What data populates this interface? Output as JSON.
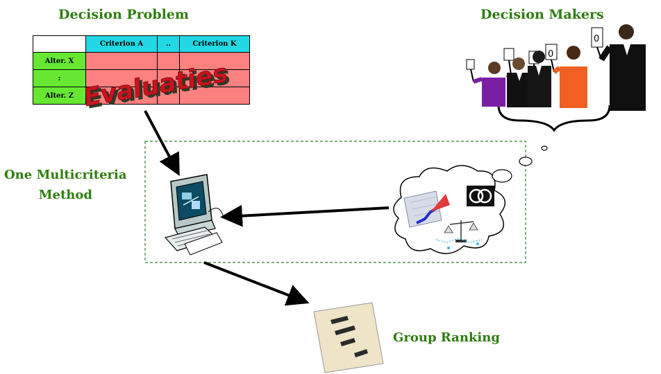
{
  "labels": {
    "decision_problem": "Decision Problem",
    "decision_makers": "Decision Makers",
    "method_line1": "One Multicriteria",
    "method_line2": "Method",
    "group_ranking": "Group Ranking"
  },
  "table": {
    "headers": [
      "",
      "Criterion A",
      "..",
      "Criterion K"
    ],
    "rows": [
      "Alter. X",
      ":",
      "Alter. Z"
    ]
  },
  "wordart": "Evaluaties",
  "colors": {
    "label_green": "#2e7d0f",
    "header_cyan": "#22d8e4",
    "row_green": "#66e832",
    "cell_pink": "#fb8080",
    "wordart_red": "#c8141e",
    "dashed_box": "#2f7a2f"
  }
}
